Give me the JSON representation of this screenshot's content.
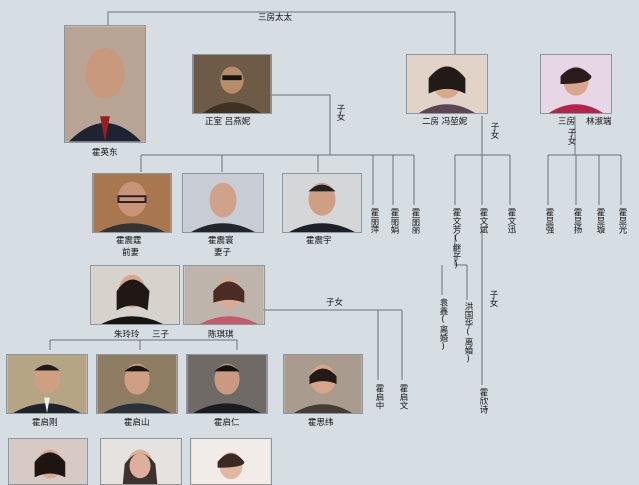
{
  "labels": {
    "third_wife_top": "三房太太",
    "huo_yingdong": "霍英东",
    "first_wife": "正室 吕燕妮",
    "second_wife": "二房 冯堃妮",
    "third_wife": "三房",
    "third_wife_name": "林淑端",
    "children_a": "子女",
    "children_b": "子女",
    "children_c": "子女",
    "children_d": "子女",
    "children_e": "子女",
    "huo_zhenting": "霍震霆",
    "ex_wife": "前妻",
    "huo_zhenhuan": "霍震寰",
    "wife": "妻子",
    "huo_zhenyu": "霍震宇",
    "zhu_linling": "朱玲玲",
    "third_son": "三子",
    "chen_qiqi": "陈琪琪",
    "huo_qigang": "霍启刚",
    "huo_qishan": "霍启山",
    "huo_qiren": "霍启仁",
    "huo_siwei": "霍思纬"
  },
  "vlabels": {
    "huo_liping": "霍丽萍",
    "huo_lijuan": "霍丽娟",
    "huo_lili": "霍丽丽",
    "huo_wenxiu": "霍文芳(继子)",
    "huo_wenbin": "霍文斌",
    "huo_wenxun": "霍文迅",
    "huo_xianqiang": "霍显强",
    "huo_xianyang": "霍显扬",
    "huo_xianxuan": "霍显璇",
    "huo_xianguang": "霍显光",
    "yuan_xin": "袁鑫(离婚)",
    "hong_guohua": "洪国华(离婚)",
    "huo_qizhong": "霍启中",
    "huo_qiwen": "霍启文",
    "huo_xinshi": "霍欣诗"
  },
  "colors": {
    "background": "#d6dde3",
    "line": "#6b7278",
    "text": "#111111"
  }
}
